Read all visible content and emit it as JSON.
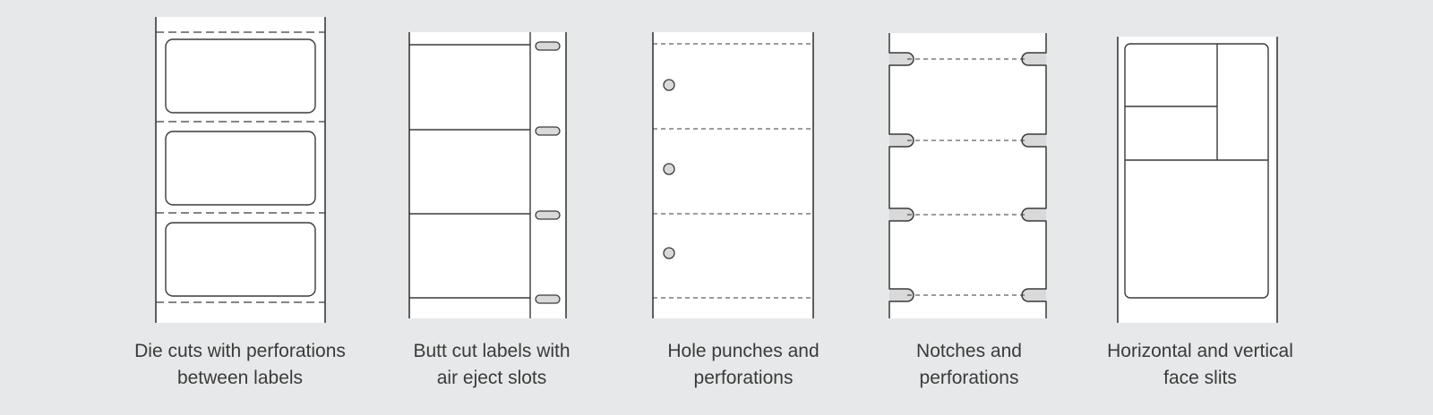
{
  "captions": {
    "die_cut": {
      "line1": "Die cuts with perforations",
      "line2": "between labels"
    },
    "butt_cut": {
      "line1": "Butt cut labels with",
      "line2": "air eject slots"
    },
    "hole_punch": {
      "line1": "Hole punches and",
      "line2": "perforations"
    },
    "notches": {
      "line1": "Notches and",
      "line2": "perforations"
    },
    "face_slits": {
      "line1": "Horizontal and vertical",
      "line2": "face slits"
    }
  },
  "colors": {
    "background": "#e7e8e9",
    "label_stock": "#ffffff",
    "outline": "#3a3a3a",
    "slot_fill": "#d9d9d9"
  }
}
